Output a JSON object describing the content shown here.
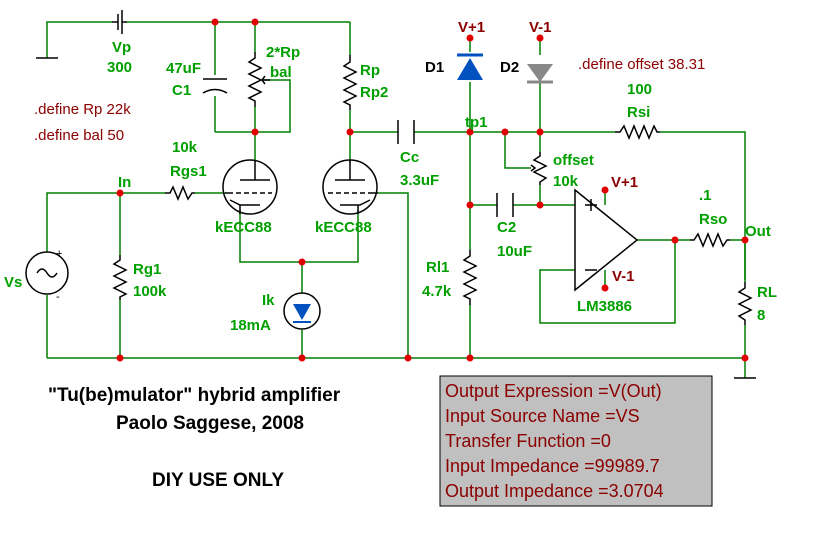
{
  "title": {
    "line1": "\"Tu(be)mulator\" hybrid amplifier",
    "line2": "Paolo Saggese, 2008",
    "line3": "DIY USE ONLY"
  },
  "directives": {
    "rp": ".define Rp 22k",
    "bal": ".define bal 50",
    "offset": ".define offset 38.31"
  },
  "labels": {
    "vp_name": "Vp",
    "vp_val": "300",
    "c1_val": "47uF",
    "c1_name": "C1",
    "bal_val": "2*Rp",
    "bal_name": "bal",
    "rp_name": "Rp",
    "rp_val": "Rp2",
    "rgs_val": "10k",
    "rgs_name": "Rgs1",
    "in_label": "In",
    "tube1": "kECC88",
    "tube2": "kECC88",
    "vs_name": "Vs",
    "rg_name": "Rg1",
    "rg_val": "100k",
    "ik_name": "Ik",
    "ik_val": "18mA",
    "cc_name": "Cc",
    "cc_val": "3.3uF",
    "d1": "D1",
    "d2": "D2",
    "vplus_top": "V+1",
    "vminus_top": "V-1",
    "tp1": "tp1",
    "rsi_val": "100",
    "rsi_name": "Rsi",
    "offset_name": "offset",
    "offset_val": "10k",
    "vplus_op": "V+1",
    "vminus_op": "V-1",
    "rso_val": ".1",
    "rso_name": "Rso",
    "out_label": "Out",
    "c2_name": "C2",
    "c2_val": "10uF",
    "rl1_name": "Rl1",
    "rl1_val": "4.7k",
    "opamp": "LM3886",
    "rl_name": "RL",
    "rl_val": "8"
  },
  "results": {
    "line1": "Output Expression =V(Out)",
    "line2": "Input Source Name =VS",
    "line3": "Transfer Function =0",
    "line4": "Input Impedance =99989.7",
    "line5": "Output Impedance =3.0704"
  },
  "colors": {
    "wire": "#008000",
    "component": "#000000",
    "label": "#00a000",
    "directive": "#8b0000",
    "junction": "#e00000",
    "diode_d1": "#0050c0",
    "diode_d2": "#888888",
    "results_bg": "#c0c0c0"
  }
}
